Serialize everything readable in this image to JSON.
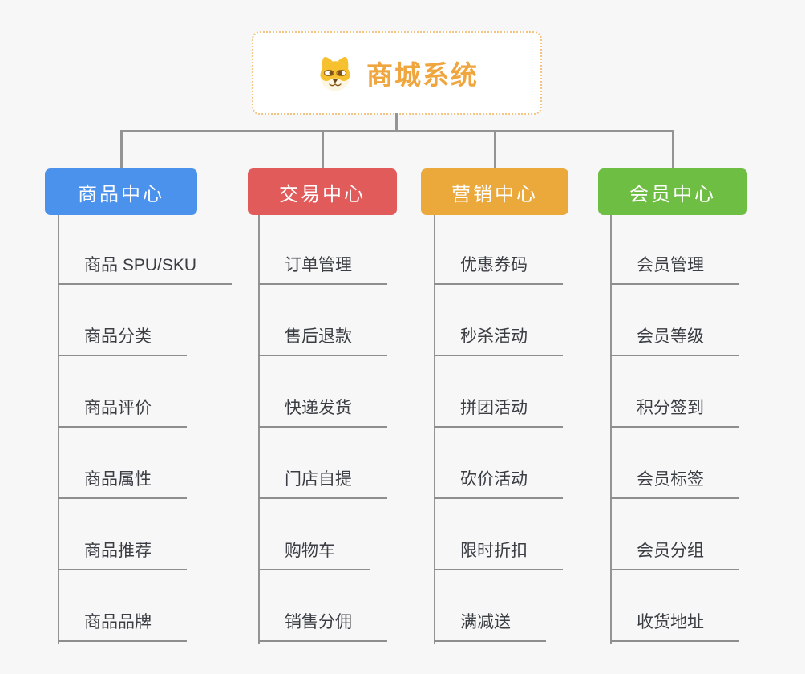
{
  "root": {
    "title": "商城系统",
    "icon": "shiba-dog-icon"
  },
  "branches": [
    {
      "label": "商品中心",
      "color": "#4B92EC",
      "children": [
        "商品 SPU/SKU",
        "商品分类",
        "商品评价",
        "商品属性",
        "商品推荐",
        "商品品牌"
      ]
    },
    {
      "label": "交易中心",
      "color": "#E25B5B",
      "children": [
        "订单管理",
        "售后退款",
        "快递发货",
        "门店自提",
        "购物车",
        "销售分佣"
      ]
    },
    {
      "label": "营销中心",
      "color": "#EBA93C",
      "children": [
        "优惠券码",
        "秒杀活动",
        "拼团活动",
        "砍价活动",
        "限时折扣",
        "满减送"
      ]
    },
    {
      "label": "会员中心",
      "color": "#6EBE44",
      "children": [
        "会员管理",
        "会员等级",
        "积分签到",
        "会员标签",
        "会员分组",
        "收货地址"
      ]
    }
  ],
  "colors": {
    "background": "#F7F7F7",
    "connector": "#949494",
    "leaf_line": "#8E8E8E",
    "leaf_text": "#3A3E43",
    "root_accent": "#F0A63E",
    "root_border": "#F2C383"
  }
}
